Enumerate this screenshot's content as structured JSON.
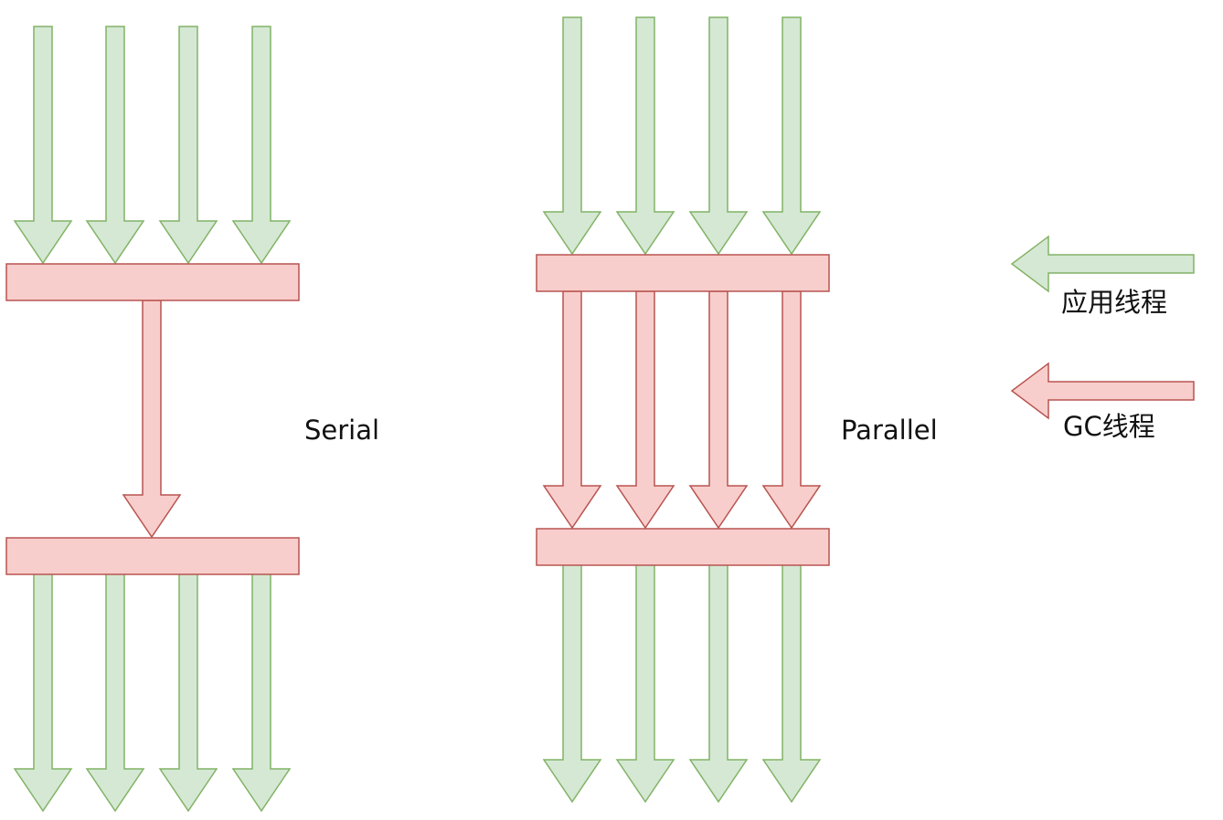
{
  "labels": {
    "serial": "Serial",
    "parallel": "Parallel"
  },
  "legend": {
    "app_thread": "应用线程",
    "gc_thread": "GC线程"
  },
  "colors": {
    "app_fill": "#d5e8d4",
    "app_stroke": "#82b366",
    "gc_fill": "#f8cecc",
    "gc_stroke": "#b85450"
  }
}
